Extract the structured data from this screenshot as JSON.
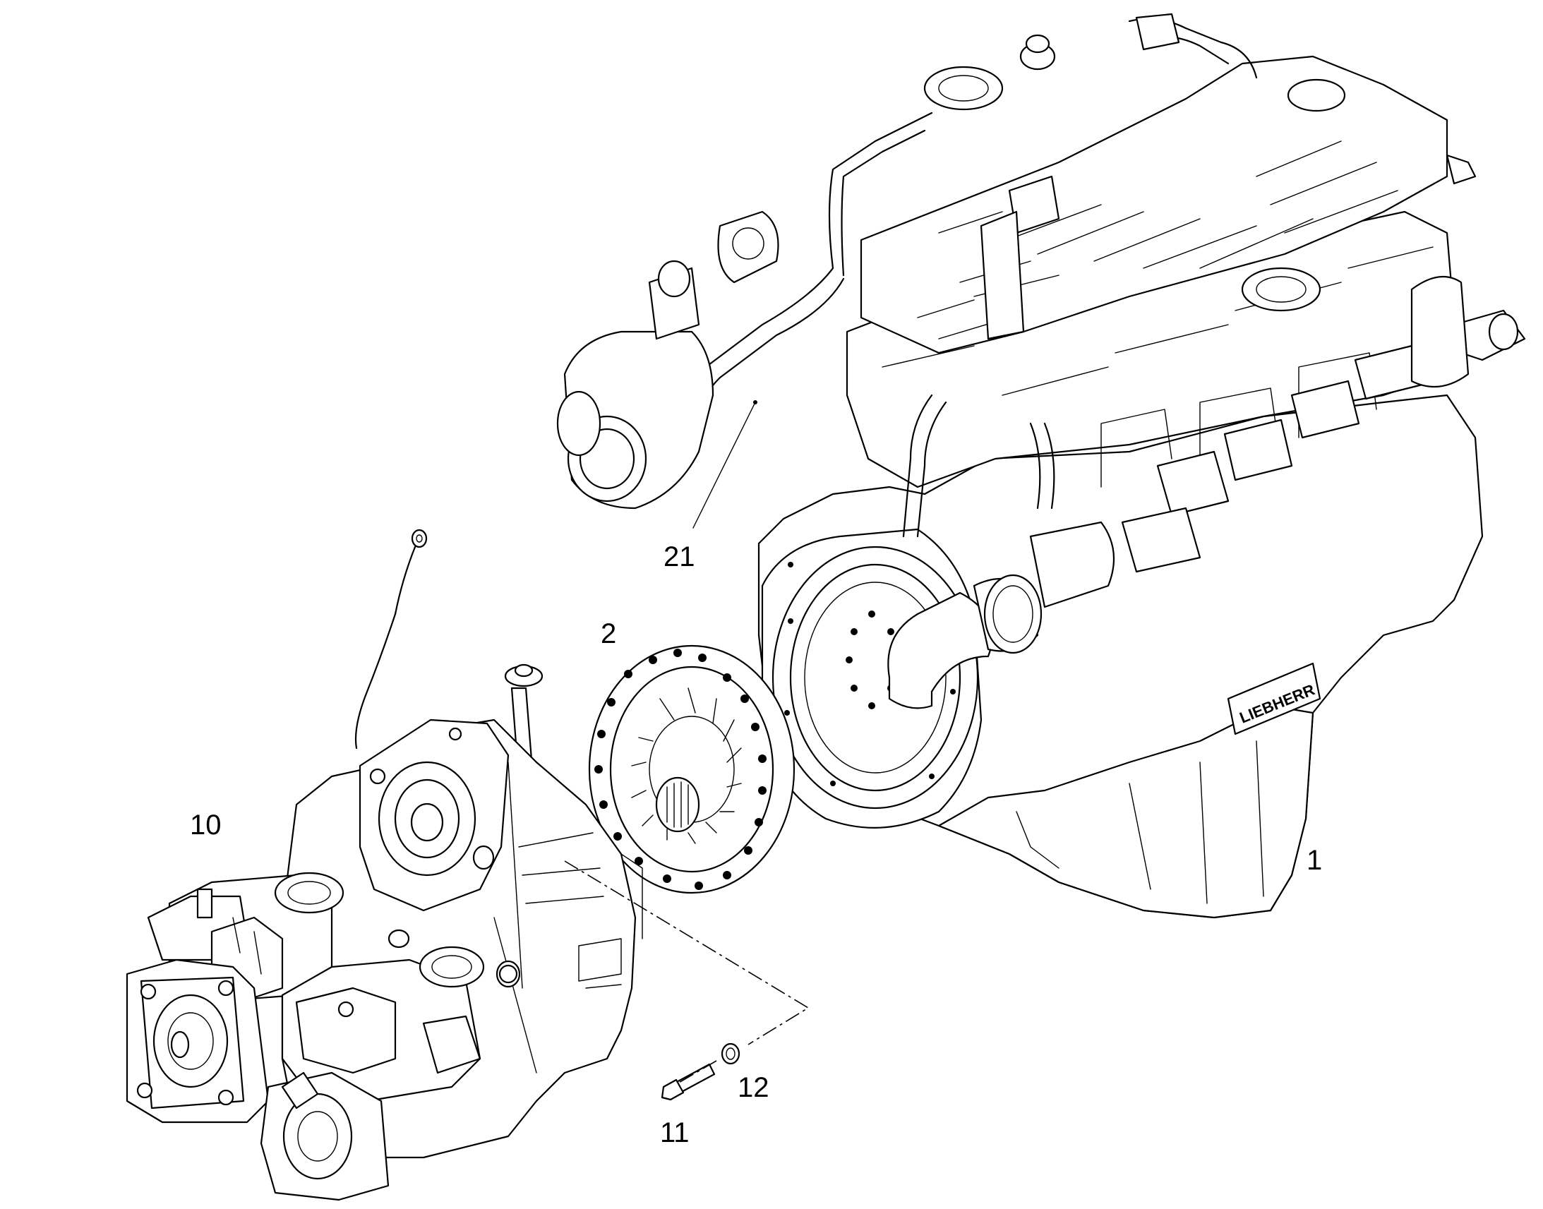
{
  "callouts": [
    {
      "id": "1",
      "text": "1"
    },
    {
      "id": "2",
      "text": "2"
    },
    {
      "id": "10",
      "text": "10"
    },
    {
      "id": "11",
      "text": "11"
    },
    {
      "id": "12",
      "text": "12"
    },
    {
      "id": "21",
      "text": "21"
    }
  ],
  "logo_text": "LIEBHERR"
}
